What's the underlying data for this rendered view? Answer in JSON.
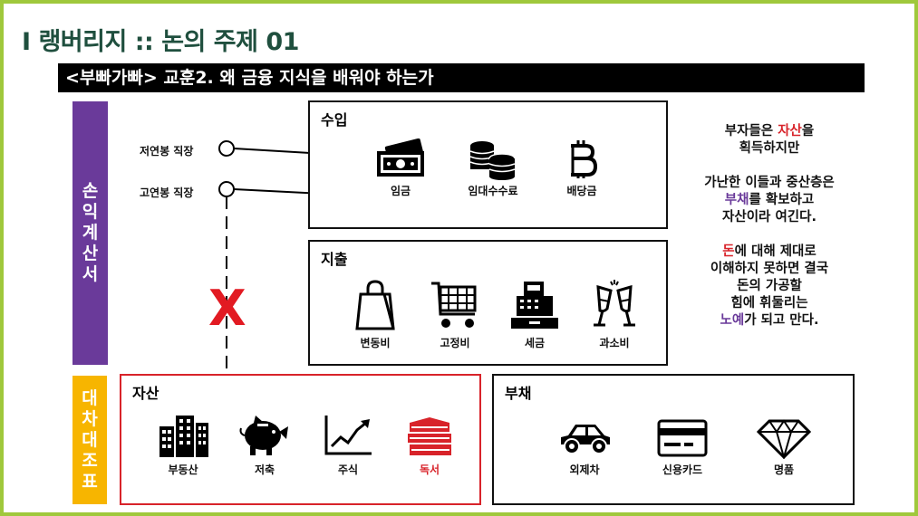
{
  "header": {
    "title": "I 랭버리지 :: 논의 주제 01",
    "subtitle": "<부빠가빠> 교훈2. 왜 금융 지식을 배워야 하는가"
  },
  "labels": {
    "income_statement": [
      "손",
      "익",
      "계",
      "산",
      "서"
    ],
    "balance_sheet": [
      "대",
      "차",
      "대",
      "조",
      "표"
    ]
  },
  "jobs": {
    "low": "저연봉 직장",
    "high": "고연봉 직장"
  },
  "income": {
    "title": "수입",
    "items": [
      {
        "label": "임금",
        "icon": "cash-icon"
      },
      {
        "label": "임대수수료",
        "icon": "coins-icon"
      },
      {
        "label": "배당금",
        "icon": "bitcoin-icon"
      }
    ]
  },
  "expense": {
    "title": "지출",
    "items": [
      {
        "label": "변동비",
        "icon": "shopping-bag-icon"
      },
      {
        "label": "고정비",
        "icon": "shopping-cart-icon"
      },
      {
        "label": "세금",
        "icon": "cash-register-icon"
      },
      {
        "label": "과소비",
        "icon": "champagne-icon"
      }
    ]
  },
  "assets": {
    "title": "자산",
    "items": [
      {
        "label": "부동산",
        "icon": "buildings-icon"
      },
      {
        "label": "저축",
        "icon": "piggy-bank-icon"
      },
      {
        "label": "주식",
        "icon": "stock-chart-icon"
      },
      {
        "label": "독서",
        "icon": "books-icon"
      }
    ]
  },
  "liabilities": {
    "title": "부채",
    "items": [
      {
        "label": "외제차",
        "icon": "car-icon"
      },
      {
        "label": "신용카드",
        "icon": "credit-card-icon"
      },
      {
        "label": "명품",
        "icon": "diamond-icon"
      }
    ]
  },
  "x_mark": "X",
  "side_text": {
    "p1": {
      "a": "부자들은 ",
      "b": "자산",
      "c": "을",
      "d": "획득하지만"
    },
    "p2": {
      "a": "가난한 이들과 중산층은",
      "b": "부채",
      "c": "를 확보하고",
      "d": "자산이라 여긴다."
    },
    "p3": {
      "a": "돈",
      "b": "에 대해 제대로",
      "c": "이해하지 못하면 결국",
      "d": "돈의 가공할",
      "e": "힘에 휘둘리는",
      "f": "노예",
      "g": "가 되고 만다."
    }
  },
  "colors": {
    "frame_green": "#9fc83c",
    "title_green": "#1f4f3e",
    "purple": "#6a3a9a",
    "yellow": "#f7b500",
    "red": "#d8232a"
  }
}
